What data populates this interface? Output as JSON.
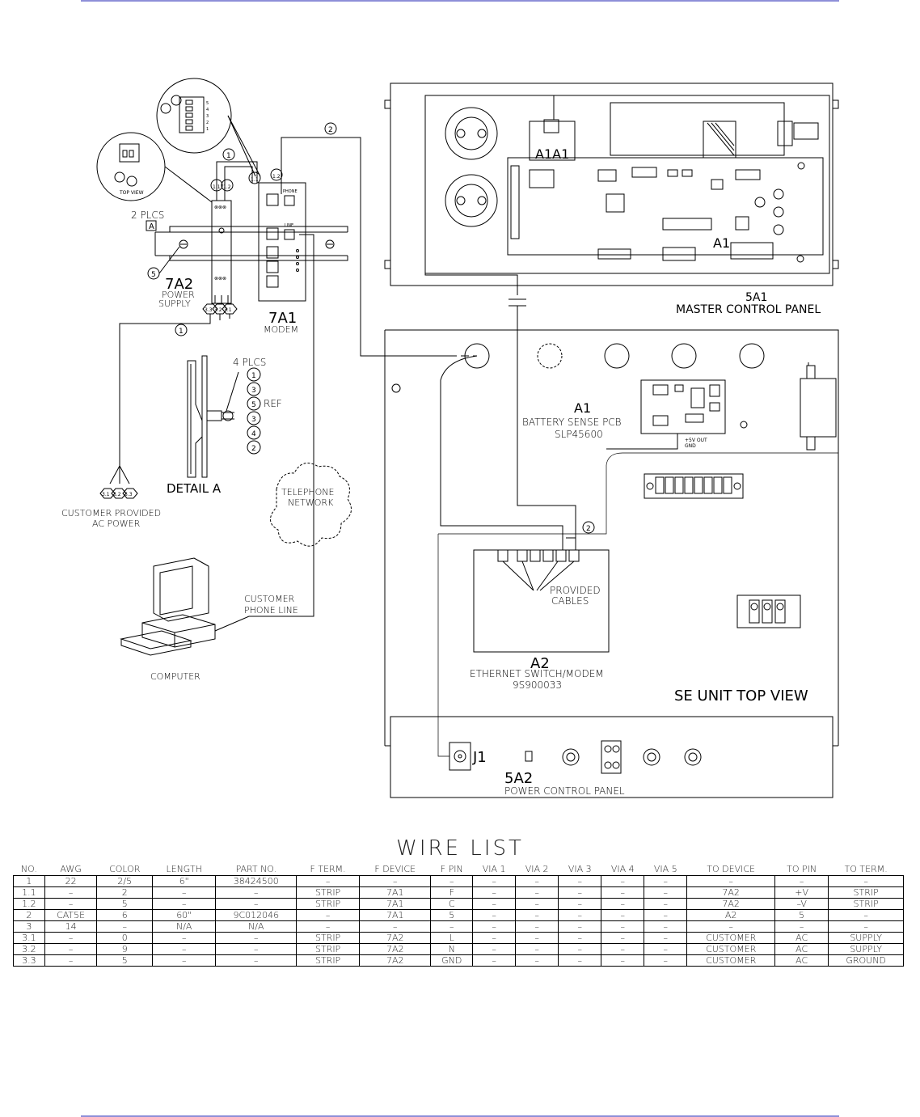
{
  "labels": {
    "two_plcs": "2 PLCS",
    "a_box": "A",
    "top_view": "TOP VIEW",
    "ps_ref": "7A2",
    "ps_name_1": "POWER",
    "ps_name_2": "SUPPLY",
    "modem_ref": "7A1",
    "modem_name": "MODEM",
    "four_plcs": "4 PLCS",
    "ref": "REF",
    "detail_a": "DETAIL A",
    "ac_power_1": "CUSTOMER PROVIDED",
    "ac_power_2": "AC POWER",
    "tel_net_1": "TELEPHONE",
    "tel_net_2": "NETWORK",
    "phone_line_1": "CUSTOMER",
    "phone_line_2": "PHONE LINE",
    "computer": "COMPUTER",
    "a1a1": "A1A1",
    "a1": "A1",
    "mcp_ref": "5A1",
    "mcp_name": "MASTER CONTROL PANEL",
    "bsp_ref": "A1",
    "bsp_name": "BATTERY SENSE PCB",
    "bsp_part": "SLP45600",
    "out_5v": "+5V OUT",
    "gnd": "GND",
    "provided_1": "PROVIDED",
    "provided_2": "CABLES",
    "es_ref": "A2",
    "es_name": "ETHERNET SWITCH/MODEM",
    "es_part": "9S900033",
    "se_top": "SE UNIT TOP VIEW",
    "j1": "J1",
    "pcp_ref": "5A2",
    "pcp_name": "POWER CONTROL PANEL",
    "phone": "PHONE",
    "line": "LINE"
  },
  "callouts": {
    "c1": "1",
    "c2": "2",
    "c3": "3",
    "c4": "4",
    "c5": "5",
    "c11": "1.1",
    "c12": "1.2",
    "c31": "3.1",
    "c32": "3.2",
    "c33": "3.3"
  },
  "wire_list": {
    "title": "WIRE LIST",
    "headers": [
      "NO.",
      "AWG",
      "COLOR",
      "LENGTH",
      "PART NO.",
      "F TERM.",
      "F DEVICE",
      "F PIN",
      "VIA 1",
      "VIA 2",
      "VIA 3",
      "VIA 4",
      "VIA 5",
      "TO DEVICE",
      "TO PIN",
      "TO TERM."
    ],
    "rows": [
      [
        "1",
        "22",
        "2/5",
        "6\"",
        "38424500",
        "–",
        "–",
        "–",
        "–",
        "–",
        "–",
        "–",
        "–",
        "–",
        "–",
        "–"
      ],
      [
        "1.1",
        "–",
        "2",
        "–",
        "–",
        "STRIP",
        "7A1",
        "F",
        "–",
        "–",
        "–",
        "–",
        "–",
        "7A2",
        "+V",
        "STRIP"
      ],
      [
        "1.2",
        "–",
        "5",
        "–",
        "–",
        "STRIP",
        "7A1",
        "C",
        "–",
        "–",
        "–",
        "–",
        "–",
        "7A2",
        "–V",
        "STRIP"
      ],
      [
        "2",
        "CAT5E",
        "6",
        "60\"",
        "9C012046",
        "–",
        "7A1",
        "5",
        "–",
        "–",
        "–",
        "–",
        "–",
        "A2",
        "5",
        "–"
      ],
      [
        "3",
        "14",
        "–",
        "N/A",
        "N/A",
        "–",
        "–",
        "–",
        "–",
        "–",
        "–",
        "–",
        "–",
        "–",
        "–",
        "–"
      ],
      [
        "3.1",
        "–",
        "0",
        "–",
        "–",
        "STRIP",
        "7A2",
        "L",
        "–",
        "–",
        "–",
        "–",
        "–",
        "CUSTOMER",
        "AC",
        "SUPPLY"
      ],
      [
        "3.2",
        "–",
        "9",
        "–",
        "–",
        "STRIP",
        "7A2",
        "N",
        "–",
        "–",
        "–",
        "–",
        "–",
        "CUSTOMER",
        "AC",
        "SUPPLY"
      ],
      [
        "3.3",
        "–",
        "5",
        "–",
        "–",
        "STRIP",
        "7A2",
        "GND",
        "–",
        "–",
        "–",
        "–",
        "–",
        "CUSTOMER",
        "AC",
        "GROUND"
      ]
    ]
  },
  "colors": {
    "rule": "#8e8fd8",
    "ink": "#000000"
  }
}
